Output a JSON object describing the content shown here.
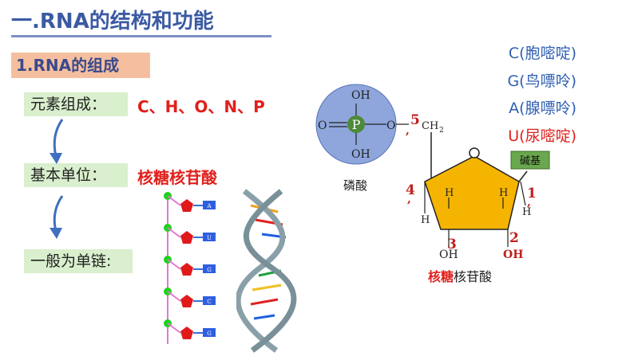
{
  "title": "一.RNA的结构和功能",
  "section": "1.RNA的组成",
  "rows": [
    {
      "label": "元素组成：",
      "value": "C、H、O、N、P"
    },
    {
      "label": "基本单位：",
      "value": "核糖核苷酸"
    },
    {
      "label": "一般为单链:",
      "value": ""
    }
  ],
  "bases": [
    {
      "text": "C(胞嘧啶)",
      "color": "#2f5fb3"
    },
    {
      "text": "G(鸟嘌呤)",
      "color": "#2f5fb3"
    },
    {
      "text": "A(腺嘌呤)",
      "color": "#2f5fb3"
    },
    {
      "text": "U(尿嘧啶)",
      "color": "#e0201c"
    }
  ],
  "phosphate": {
    "label": "磷酸",
    "p": "P",
    "oh_top": "OH",
    "oh_bottom": "OH",
    "o_left": "O",
    "o_right": "O",
    "eq": "="
  },
  "sugar": {
    "ch2": "CH",
    "ch2_sub": "2",
    "ring_o": "O",
    "base_label": "碱基",
    "h": "H",
    "oh": "OH",
    "num5": "5",
    "num4": "4",
    "num3": "3",
    "num2": "2",
    "num1": "1",
    "comma": ","
  },
  "caption": {
    "red": "核糖",
    "black": "核苷酸"
  },
  "chain_letters": [
    "A",
    "U",
    "G",
    "C",
    "G"
  ]
}
